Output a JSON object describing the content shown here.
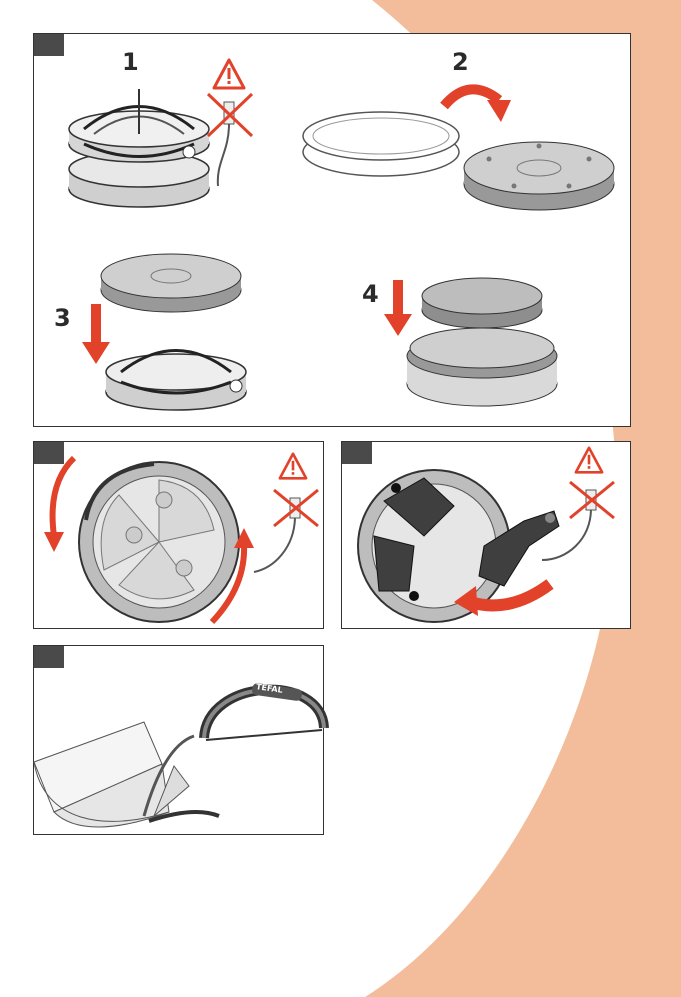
{
  "colors": {
    "accent_peach": "#f3bd9b",
    "arrow_red": "#e2422a",
    "frame_dark": "#4a4a4a",
    "device_gray": "#bdbdbd",
    "device_dark": "#3f3f3f"
  },
  "steps": {
    "s1": "1",
    "s2": "2",
    "s3": "3",
    "s4": "4"
  },
  "brand_handle": "TEFAL",
  "icons": [
    "warning-triangle-icon",
    "no-plug-icon",
    "curved-arrow-icon",
    "down-arrow-icon"
  ]
}
